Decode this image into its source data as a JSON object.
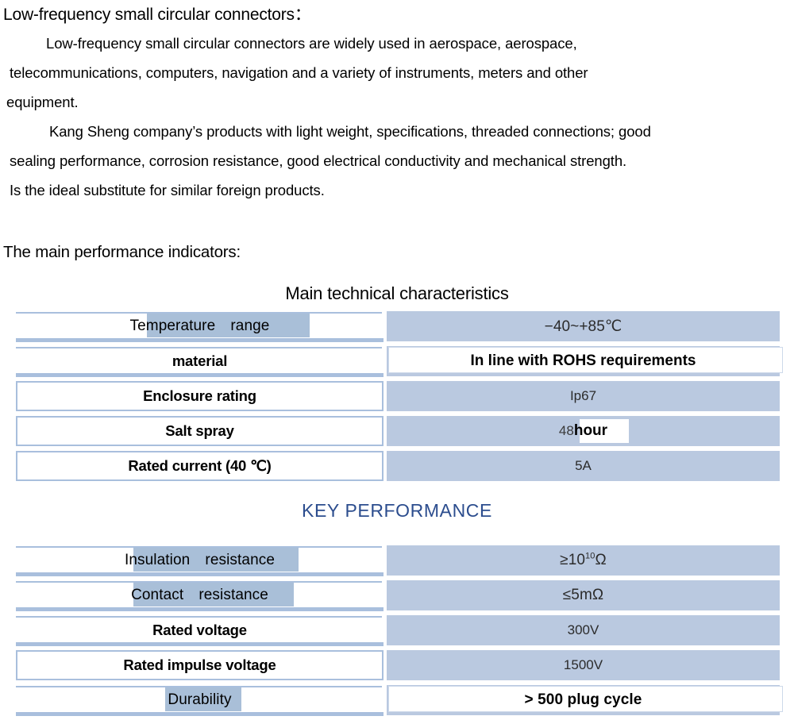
{
  "document": {
    "intro": {
      "heading": "Low-frequency small circular connectors：",
      "paragraph1": [
        "Low-frequency small circular connectors are widely used in aerospace, aerospace,",
        "telecommunications, computers, navigation and a variety of instruments, meters and other",
        "equipment."
      ],
      "paragraph2": [
        "Kang Sheng company’s products with light weight, specifications, threaded connections; good",
        "sealing performance, corrosion resistance, good electrical conductivity and mechanical strength.",
        "Is the ideal substitute for similar foreign products."
      ]
    },
    "section_heading": "The main performance indicators:"
  },
  "colors": {
    "cell_fill_blue": "#bac9e0",
    "border_blue": "#a9bfdd",
    "selection_highlight": "#a9bfd8",
    "key_performance_title": "#2c4d8e",
    "page_background": "#ffffff"
  },
  "table_main": {
    "title": "Main technical characteristics",
    "rows": [
      {
        "label": "Temperature range",
        "value": "−40~+85℃"
      },
      {
        "label": "material",
        "value": "In line with ROHS requirements"
      },
      {
        "label": "Enclosure rating",
        "value": "Ip67"
      },
      {
        "label": "Salt spray",
        "value": "48 hour",
        "value_thin": "48",
        "value_bold": "hour"
      },
      {
        "label": "Rated current (40 ℃)",
        "value": "5A"
      }
    ]
  },
  "table_key": {
    "title": "KEY PERFORMANCE",
    "rows": [
      {
        "label": "Insulation resistance",
        "value_base": "≥10",
        "value_sup": "10",
        "value_tail": "Ω"
      },
      {
        "label": "Contact resistance",
        "value": "≤5mΩ"
      },
      {
        "label": "Rated voltage",
        "value": "300V"
      },
      {
        "label": "Rated impulse voltage",
        "value": "1500V"
      },
      {
        "label": "Durability",
        "value": "> 500 plug cycle"
      }
    ]
  }
}
